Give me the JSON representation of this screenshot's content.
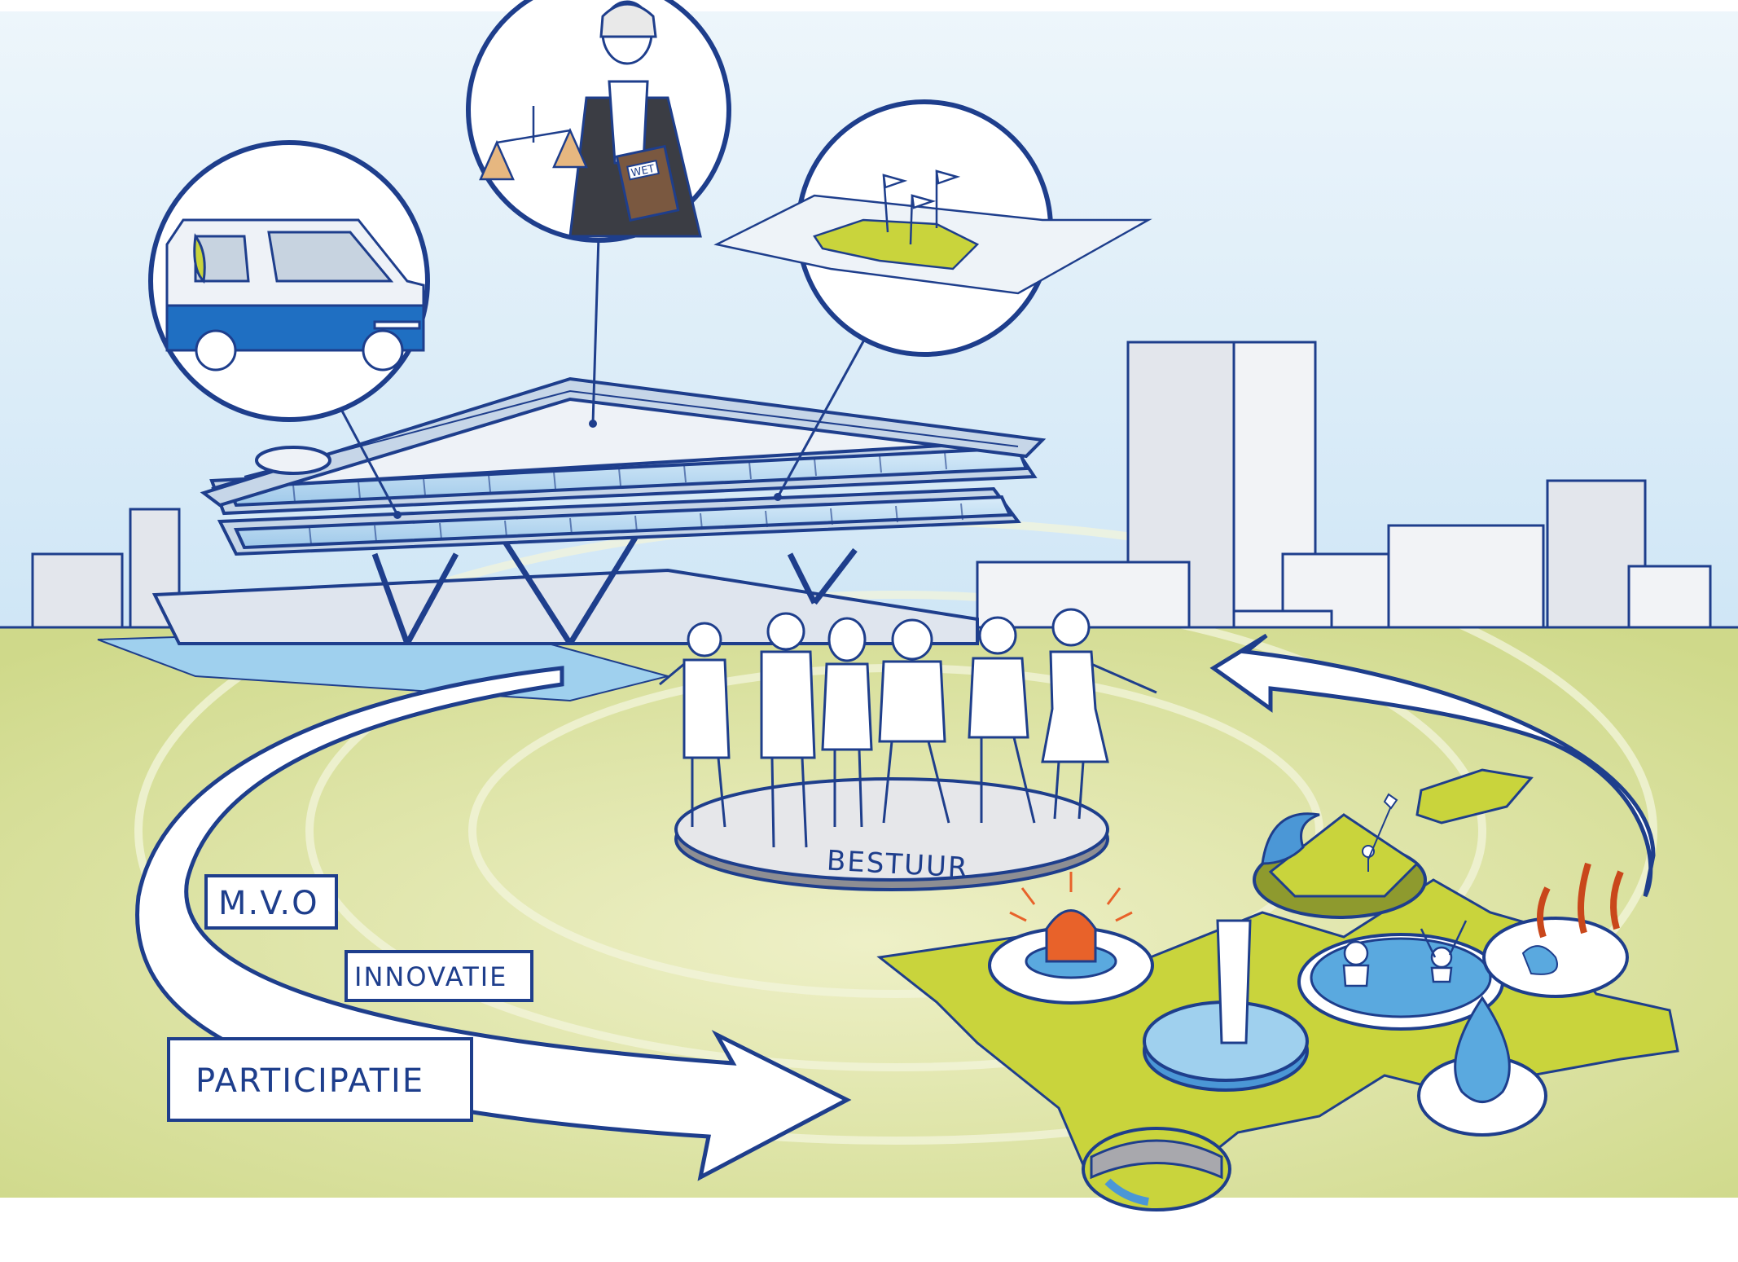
{
  "labels": {
    "mvo": "M.V.O",
    "innovatie": "INNOVATIE",
    "participatie": "PARTICIPATIE",
    "bestuur": "BESTUUR",
    "wet": "WET"
  },
  "colors": {
    "outline": "#1e3e8c",
    "ground": "#d7df9a",
    "sky": "#d6ebf7",
    "van_blue": "#1f6fc2",
    "water": "#5aa9df",
    "alarm": "#e8622a",
    "map_yellow": "#c9d43c"
  }
}
